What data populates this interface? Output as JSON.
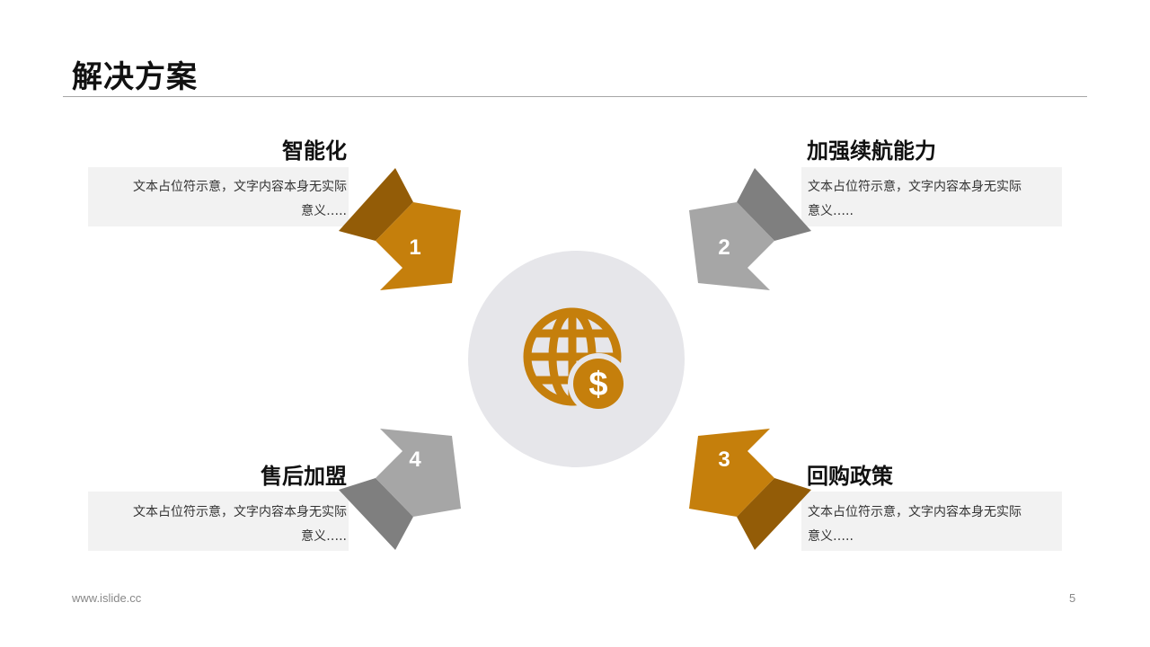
{
  "page": {
    "title": "解决方案"
  },
  "items": [
    {
      "number": "1",
      "heading": "智能化",
      "text_line1": "文本占位符示意，文字内容本身无实际",
      "text_line2": "意义….."
    },
    {
      "number": "2",
      "heading": "加强续航能力",
      "text_line1": "文本占位符示意，文字内容本身无实际",
      "text_line2": "意义….."
    },
    {
      "number": "3",
      "heading": "回购政策",
      "text_line1": "文本占位符示意，文字内容本身无实际",
      "text_line2": "意义….."
    },
    {
      "number": "4",
      "heading": "售后加盟",
      "text_line1": "文本占位符示意，文字内容本身无实际",
      "text_line2": "意义….."
    }
  ],
  "center_icon": "globe-dollar-icon",
  "colors": {
    "gold": "#c57f0c",
    "gold_dark": "#935c07",
    "gray": "#a6a6a6",
    "gray_dark": "#7f7f7f",
    "circle": "#e6e6ea"
  },
  "footer": {
    "url": "www.islide.cc",
    "page_number": "5"
  }
}
